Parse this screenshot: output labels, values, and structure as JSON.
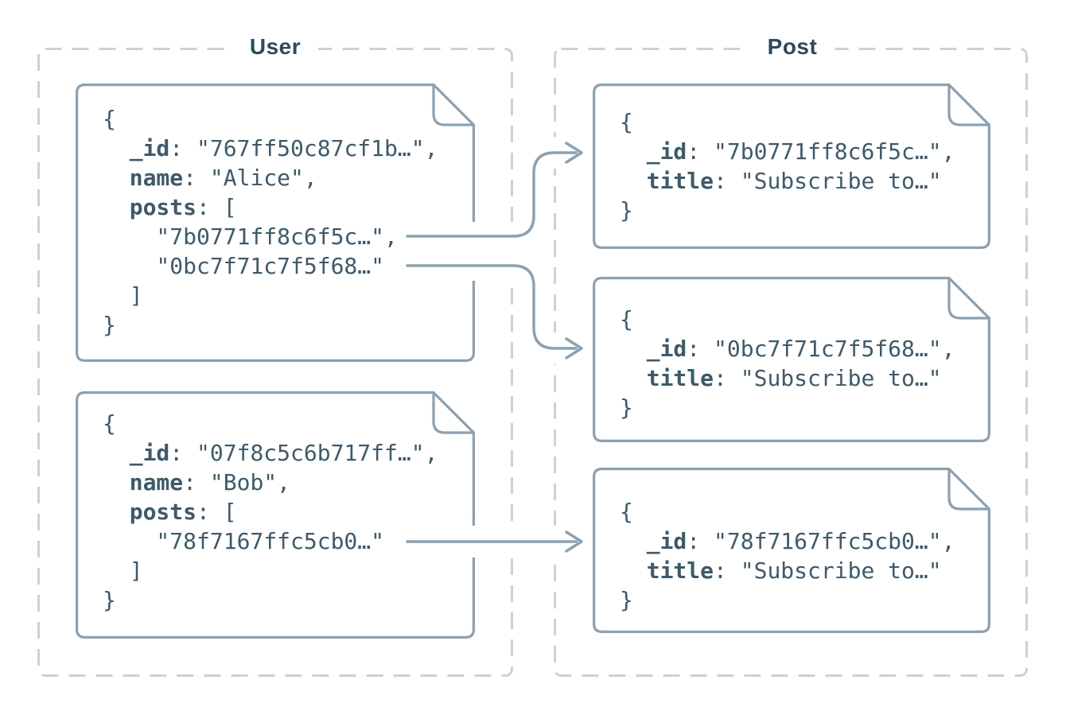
{
  "collections": {
    "user": {
      "label": "User"
    },
    "post": {
      "label": "Post"
    }
  },
  "docs": {
    "alice": {
      "brace_open": "{",
      "id_key": "  _id",
      "id_value": ": \"767ff50c87cf1b…\",",
      "name_key": "  name",
      "name_value": ": \"Alice\",",
      "posts_key": "  posts",
      "posts_value": ": [",
      "items": [
        "    \"7b0771ff8c6f5c…\",",
        "    \"0bc7f71c7f5f68…\""
      ],
      "bracket_close": "  ]",
      "brace_close": "}"
    },
    "bob": {
      "brace_open": "{",
      "id_key": "  _id",
      "id_value": ": \"07f8c5c6b717ff…\",",
      "name_key": "  name",
      "name_value": ": \"Bob\",",
      "posts_key": "  posts",
      "posts_value": ": [",
      "items": [
        "    \"78f7167ffc5cb0…\""
      ],
      "bracket_close": "  ]",
      "brace_close": "}"
    },
    "post1": {
      "brace_open": "{",
      "id_key": "  _id",
      "id_value": ": \"7b0771ff8c6f5c…\",",
      "title_key": "  title",
      "title_value": ": \"Subscribe to…\"",
      "brace_close": "}"
    },
    "post2": {
      "brace_open": "{",
      "id_key": "  _id",
      "id_value": ": \"0bc7f71c7f5f68…\",",
      "title_key": "  title",
      "title_value": ": \"Subscribe to…\"",
      "brace_close": "}"
    },
    "post3": {
      "brace_open": "{",
      "id_key": "  _id",
      "id_value": ": \"78f7167ffc5cb0…\",",
      "title_key": "  title",
      "title_value": ": \"Subscribe to…\"",
      "brace_close": "}"
    }
  },
  "colors": {
    "paper_border": "#8AA1B2",
    "arrow": "#8AA1B2",
    "collection_border": "#C9D2DA",
    "code_text": "#3C5A6C",
    "label_text": "#2C4A5C",
    "background": "#FFFFFF"
  }
}
